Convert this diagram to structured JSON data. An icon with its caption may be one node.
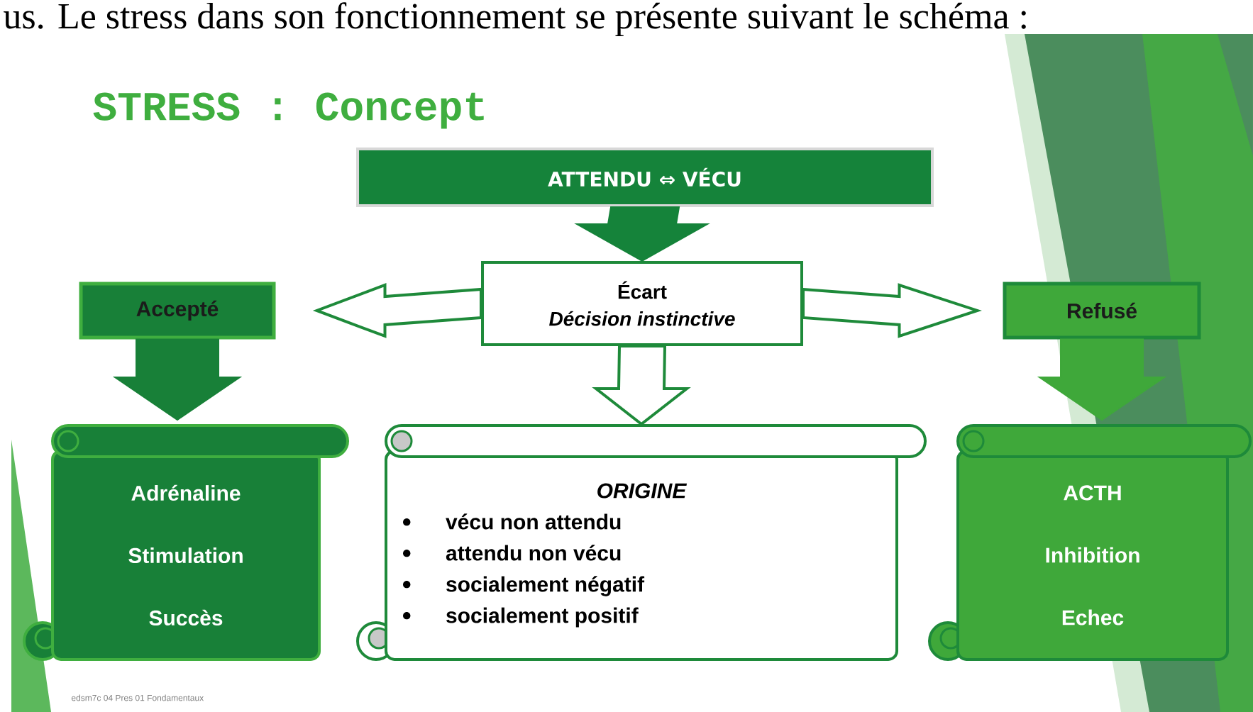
{
  "diagram": {
    "title": "STRESS : Concept",
    "nodes": [
      {
        "text": [
          "ATTENDU ⇔ VÉCU"
        ]
      },
      {
        "text": [
          "Écart",
          "Décision instinctive"
        ]
      },
      {
        "text": [
          "Accepté"
        ]
      },
      {
        "text": [
          "Refusé"
        ]
      },
      {
        "text": [
          "Adrénaline",
          "Stimulation",
          "Succès"
        ]
      },
      {
        "text": [
          "ORIGINE",
          "vécu non attendu",
          "attendu non vécu",
          "socialement négatif",
          "socialement positif"
        ]
      },
      {
        "text": [
          "ACTH",
          "Inhibition",
          "Echec"
        ]
      }
    ],
    "edges": [
      {
        "from": 0,
        "to": 1,
        "arrow": "to",
        "color": "#15833a"
      },
      {
        "from": 1,
        "to": 2,
        "arrow": "to"
      },
      {
        "from": 1,
        "to": 3,
        "arrow": "to"
      },
      {
        "from": 1,
        "to": 5,
        "arrow": "to"
      },
      {
        "from": 2,
        "to": 4,
        "arrow": "to",
        "color": "#188038"
      },
      {
        "from": 3,
        "to": 6,
        "arrow": "to",
        "color": "#3fa83a"
      }
    ],
    "labels": [
      "us. Le stress dans son fonctionnement se présente suivant le schéma :",
      "edsm7c 04 Pres 01 Fondamentaux"
    ]
  }
}
